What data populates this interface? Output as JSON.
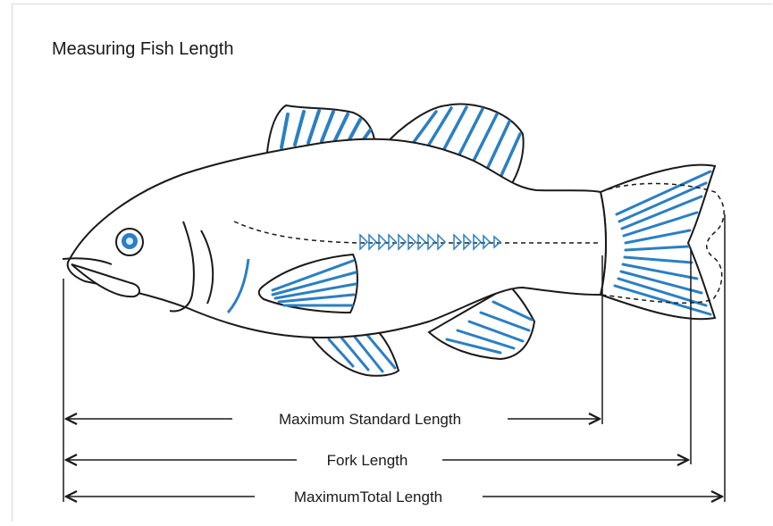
{
  "diagram": {
    "title": "Measuring Fish Length",
    "measurements": [
      {
        "id": "standard",
        "label": "Maximum Standard Length"
      },
      {
        "id": "fork",
        "label": "Fork Length"
      },
      {
        "id": "total",
        "label": "MaximumTotal Length"
      }
    ],
    "colors": {
      "outline": "#1a1a1a",
      "fin_stripe": "#2a7fc4",
      "background": "#ffffff"
    }
  }
}
